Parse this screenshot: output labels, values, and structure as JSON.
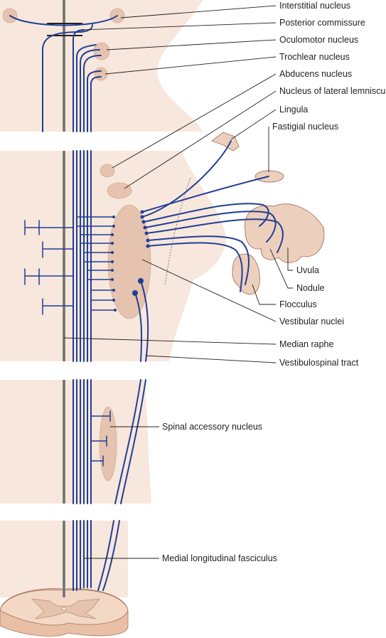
{
  "labels": {
    "interstitial_nucleus": "Interstitial nucleus",
    "posterior_commissure": "Posterior commissure",
    "oculomotor_nucleus": "Oculomotor nucleus",
    "trochlear_nucleus": "Trochlear nucleus",
    "abducens_nucleus": "Abducens nucleus",
    "nucleus_lateral_lemniscus": "Nucleus of lateral lemniscus",
    "lingula": "Lingula",
    "fastigial_nucleus": "Fastigial nucleus",
    "uvula": "Uvula",
    "nodule": "Nodule",
    "flocculus": "Flocculus",
    "vestibular_nuclei": "Vestibular nuclei",
    "median_raphe": "Median raphe",
    "vestibulospinal_tract": "Vestibulospinal tract",
    "spinal_accessory_nucleus": "Spinal accessory nucleus",
    "medial_longitudinal_fasciculus": "Medial longitudinal fasciculus"
  },
  "colors": {
    "fiber": "#1f3f96",
    "tissue": "#f7e7dc",
    "nucleus": "#e6c3ae",
    "cerebellum": "#edcfbd",
    "raphe": "#8a8a8a"
  }
}
